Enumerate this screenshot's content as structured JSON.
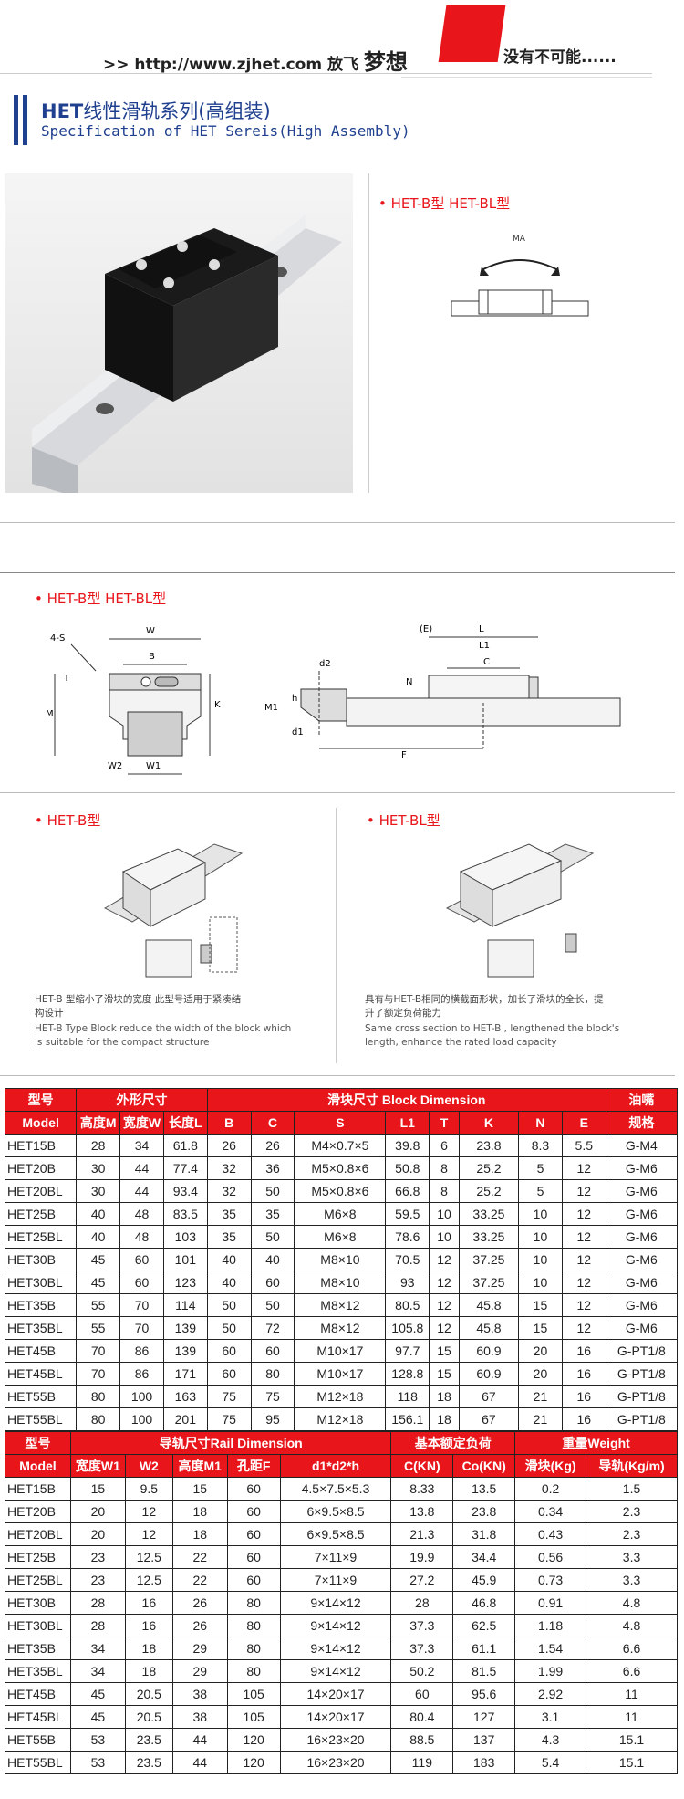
{
  "header": {
    "url_text": ">> http://www.zjhet.com",
    "fly": "放飞",
    "dream": "梦想",
    "motto": "没有不可能......"
  },
  "title": {
    "brand": "HET",
    "cn": "线性滑轨系列(高组装)",
    "en": "Specification of HET Sereis(High Assembly)"
  },
  "top_type_label": "• HET-B型 HET-BL型",
  "moment_label": "MA",
  "dim_section_label": "• HET-B型 HET-BL型",
  "dim_labels": {
    "four_s": "4-S",
    "w": "W",
    "b": "B",
    "t": "T",
    "m": "M",
    "k": "K",
    "w2": "W2",
    "w1": "W1",
    "e": "(E)",
    "l": "L",
    "l1": "L1",
    "c": "C",
    "n": "N",
    "d2": "d2",
    "h": "h",
    "m1": "M1",
    "d1": "d1",
    "f": "F"
  },
  "hetb": {
    "label": "• HET-B型",
    "cn1": "HET-B 型缩小了滑块的宽度   此型号适用于紧凑结",
    "cn2": "构设计",
    "en1": "HET-B Type Block reduce the width of the block which",
    "en2": "is suitable for the compact structure"
  },
  "hetbl": {
    "label": "• HET-BL型",
    "cn1": "具有与HET-B相同的横截面形状，加长了滑块的全长，提",
    "cn2": "升了额定负荷能力",
    "en1": "Same cross section to HET-B , lengthened the block's",
    "en2": "length, enhance the rated load capacity"
  },
  "table1": {
    "h1": {
      "model": "型号",
      "outer": "外形尺寸",
      "block": "滑块尺寸 Block Dimension",
      "grease": "油嘴"
    },
    "h2": {
      "model": "Model",
      "M": "高度M",
      "W": "宽度W",
      "L": "长度L",
      "B": "B",
      "C": "C",
      "S": "S",
      "L1": "L1",
      "T": "T",
      "K": "K",
      "N": "N",
      "E": "E",
      "grease": "规格"
    },
    "rows": [
      [
        "HET15B",
        "28",
        "34",
        "61.8",
        "26",
        "26",
        "M4×0.7×5",
        "39.8",
        "6",
        "23.8",
        "8.3",
        "5.5",
        "G-M4"
      ],
      [
        "HET20B",
        "30",
        "44",
        "77.4",
        "32",
        "36",
        "M5×0.8×6",
        "50.8",
        "8",
        "25.2",
        "5",
        "12",
        "G-M6"
      ],
      [
        "HET20BL",
        "30",
        "44",
        "93.4",
        "32",
        "50",
        "M5×0.8×6",
        "66.8",
        "8",
        "25.2",
        "5",
        "12",
        "G-M6"
      ],
      [
        "HET25B",
        "40",
        "48",
        "83.5",
        "35",
        "35",
        "M6×8",
        "59.5",
        "10",
        "33.25",
        "10",
        "12",
        "G-M6"
      ],
      [
        "HET25BL",
        "40",
        "48",
        "103",
        "35",
        "50",
        "M6×8",
        "78.6",
        "10",
        "33.25",
        "10",
        "12",
        "G-M6"
      ],
      [
        "HET30B",
        "45",
        "60",
        "101",
        "40",
        "40",
        "M8×10",
        "70.5",
        "12",
        "37.25",
        "10",
        "12",
        "G-M6"
      ],
      [
        "HET30BL",
        "45",
        "60",
        "123",
        "40",
        "60",
        "M8×10",
        "93",
        "12",
        "37.25",
        "10",
        "12",
        "G-M6"
      ],
      [
        "HET35B",
        "55",
        "70",
        "114",
        "50",
        "50",
        "M8×12",
        "80.5",
        "12",
        "45.8",
        "15",
        "12",
        "G-M6"
      ],
      [
        "HET35BL",
        "55",
        "70",
        "139",
        "50",
        "72",
        "M8×12",
        "105.8",
        "12",
        "45.8",
        "15",
        "12",
        "G-M6"
      ],
      [
        "HET45B",
        "70",
        "86",
        "139",
        "60",
        "60",
        "M10×17",
        "97.7",
        "15",
        "60.9",
        "20",
        "16",
        "G-PT1/8"
      ],
      [
        "HET45BL",
        "70",
        "86",
        "171",
        "60",
        "80",
        "M10×17",
        "128.8",
        "15",
        "60.9",
        "20",
        "16",
        "G-PT1/8"
      ],
      [
        "HET55B",
        "80",
        "100",
        "163",
        "75",
        "75",
        "M12×18",
        "118",
        "18",
        "67",
        "21",
        "16",
        "G-PT1/8"
      ],
      [
        "HET55BL",
        "80",
        "100",
        "201",
        "75",
        "95",
        "M12×18",
        "156.1",
        "18",
        "67",
        "21",
        "16",
        "G-PT1/8"
      ]
    ]
  },
  "table2": {
    "h1": {
      "model": "型号",
      "rail": "导轨尺寸Rail Dimension",
      "load": "基本额定负荷",
      "weight": "重量Weight"
    },
    "h2": {
      "model": "Model",
      "W1": "宽度W1",
      "W2": "W2",
      "M1": "高度M1",
      "F": "孔距F",
      "d": "d1*d2*h",
      "C": "C(KN)",
      "Co": "Co(KN)",
      "wb": "滑块(Kg)",
      "wr": "导轨(Kg/m)"
    },
    "rows": [
      [
        "HET15B",
        "15",
        "9.5",
        "15",
        "60",
        "4.5×7.5×5.3",
        "8.33",
        "13.5",
        "0.2",
        "1.5"
      ],
      [
        "HET20B",
        "20",
        "12",
        "18",
        "60",
        "6×9.5×8.5",
        "13.8",
        "23.8",
        "0.34",
        "2.3"
      ],
      [
        "HET20BL",
        "20",
        "12",
        "18",
        "60",
        "6×9.5×8.5",
        "21.3",
        "31.8",
        "0.43",
        "2.3"
      ],
      [
        "HET25B",
        "23",
        "12.5",
        "22",
        "60",
        "7×11×9",
        "19.9",
        "34.4",
        "0.56",
        "3.3"
      ],
      [
        "HET25BL",
        "23",
        "12.5",
        "22",
        "60",
        "7×11×9",
        "27.2",
        "45.9",
        "0.73",
        "3.3"
      ],
      [
        "HET30B",
        "28",
        "16",
        "26",
        "80",
        "9×14×12",
        "28",
        "46.8",
        "0.91",
        "4.8"
      ],
      [
        "HET30BL",
        "28",
        "16",
        "26",
        "80",
        "9×14×12",
        "37.3",
        "62.5",
        "1.18",
        "4.8"
      ],
      [
        "HET35B",
        "34",
        "18",
        "29",
        "80",
        "9×14×12",
        "37.3",
        "61.1",
        "1.54",
        "6.6"
      ],
      [
        "HET35BL",
        "34",
        "18",
        "29",
        "80",
        "9×14×12",
        "50.2",
        "81.5",
        "1.99",
        "6.6"
      ],
      [
        "HET45B",
        "45",
        "20.5",
        "38",
        "105",
        "14×20×17",
        "60",
        "95.6",
        "2.92",
        "11"
      ],
      [
        "HET45BL",
        "45",
        "20.5",
        "38",
        "105",
        "14×20×17",
        "80.4",
        "127",
        "3.1",
        "11"
      ],
      [
        "HET55B",
        "53",
        "23.5",
        "44",
        "120",
        "16×23×20",
        "88.5",
        "137",
        "4.3",
        "15.1"
      ],
      [
        "HET55BL",
        "53",
        "23.5",
        "44",
        "120",
        "16×23×20",
        "119",
        "183",
        "5.4",
        "15.1"
      ]
    ]
  },
  "colors": {
    "accent": "#e8161b",
    "title_blue": "#1f3f8f"
  }
}
